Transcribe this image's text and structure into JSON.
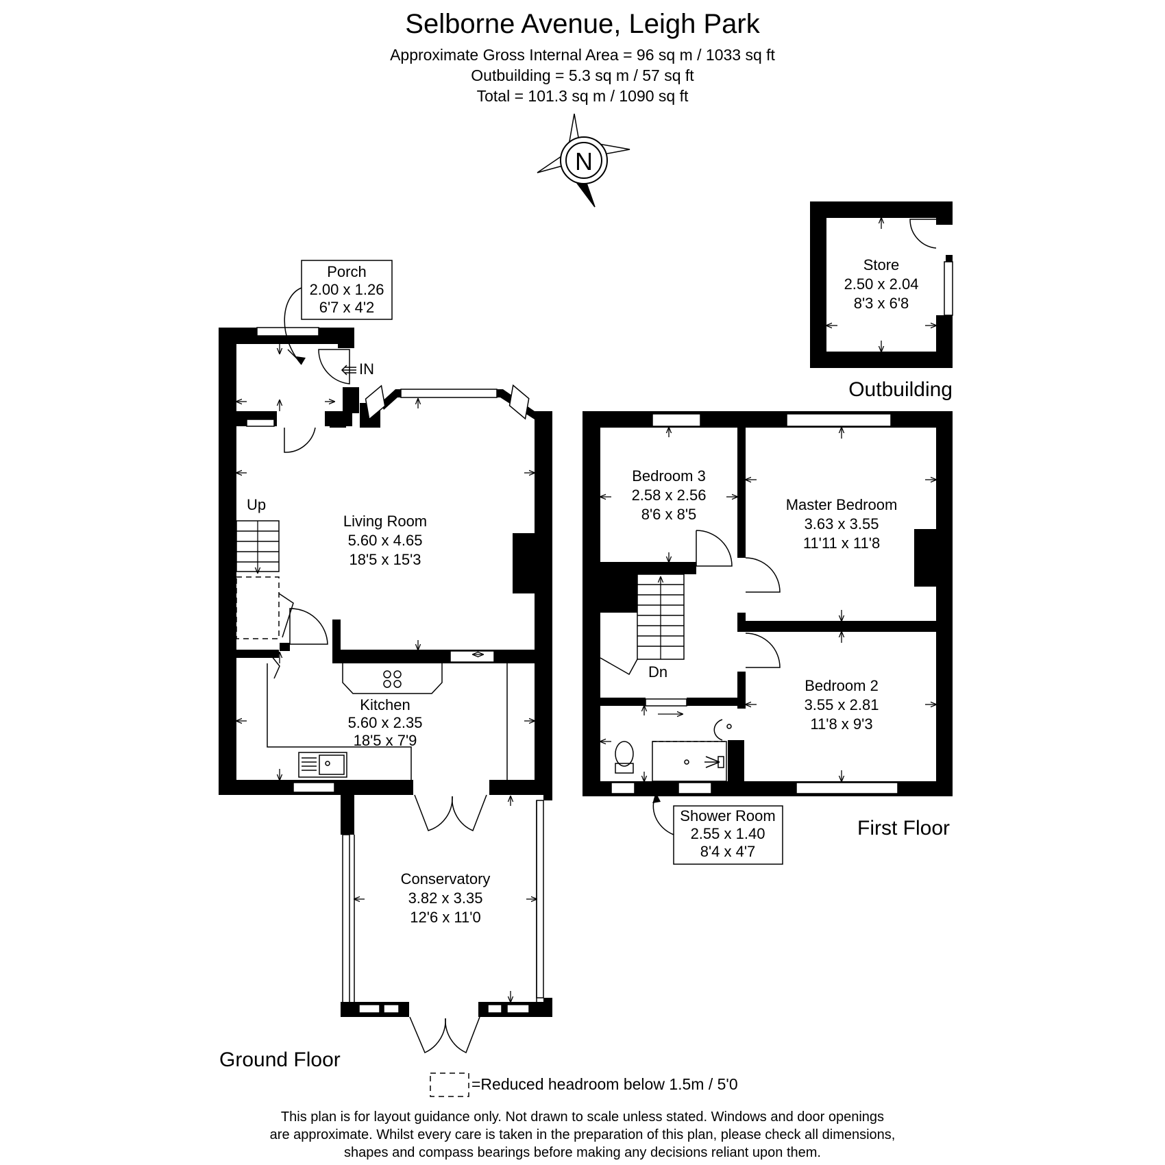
{
  "header": {
    "title": "Selborne Avenue, Leigh Park",
    "area_lines": [
      "Approximate Gross Internal Area = 96 sq m / 1033 sq ft",
      "Outbuilding = 5.3 sq m / 57 sq ft",
      "Total = 101.3 sq m / 1090 sq ft"
    ]
  },
  "compass": {
    "label": "N"
  },
  "floors": {
    "ground": "Ground Floor",
    "first": "First Floor",
    "outbuilding": "Outbuilding"
  },
  "rooms": {
    "porch": {
      "name": "Porch",
      "metric": "2.00 x 1.26",
      "imperial": "6'7 x 4'2"
    },
    "living": {
      "name": "Living Room",
      "metric": "5.60 x 4.65",
      "imperial": "18'5 x 15'3"
    },
    "kitchen": {
      "name": "Kitchen",
      "metric": "5.60 x 2.35",
      "imperial": "18'5 x 7'9"
    },
    "conservatory": {
      "name": "Conservatory",
      "metric": "3.82 x 3.35",
      "imperial": "12'6 x 11'0"
    },
    "bedroom3": {
      "name": "Bedroom 3",
      "metric": "2.58 x 2.56",
      "imperial": "8'6 x 8'5"
    },
    "master": {
      "name": "Master Bedroom",
      "metric": "3.63 x 3.55",
      "imperial": "11'11 x 11'8"
    },
    "bedroom2": {
      "name": "Bedroom 2",
      "metric": "3.55 x 2.81",
      "imperial": "11'8 x 9'3"
    },
    "shower": {
      "name": "Shower Room",
      "metric": "2.55 x 1.40",
      "imperial": "8'4 x 4'7"
    },
    "store": {
      "name": "Store",
      "metric": "2.50 x 2.04",
      "imperial": "8'3 x 6'8"
    }
  },
  "labels": {
    "entrance": "IN",
    "up": "Up",
    "down": "Dn"
  },
  "legend": {
    "reduced_headroom": "=Reduced headroom below 1.5m / 5'0"
  },
  "disclaimer": [
    "This plan is for layout guidance only. Not drawn to scale unless stated. Windows and door openings",
    "are approximate. Whilst every care is taken in the preparation of this plan, please check all dimensions,",
    "shapes and compass bearings before making any decisions reliant upon them."
  ]
}
